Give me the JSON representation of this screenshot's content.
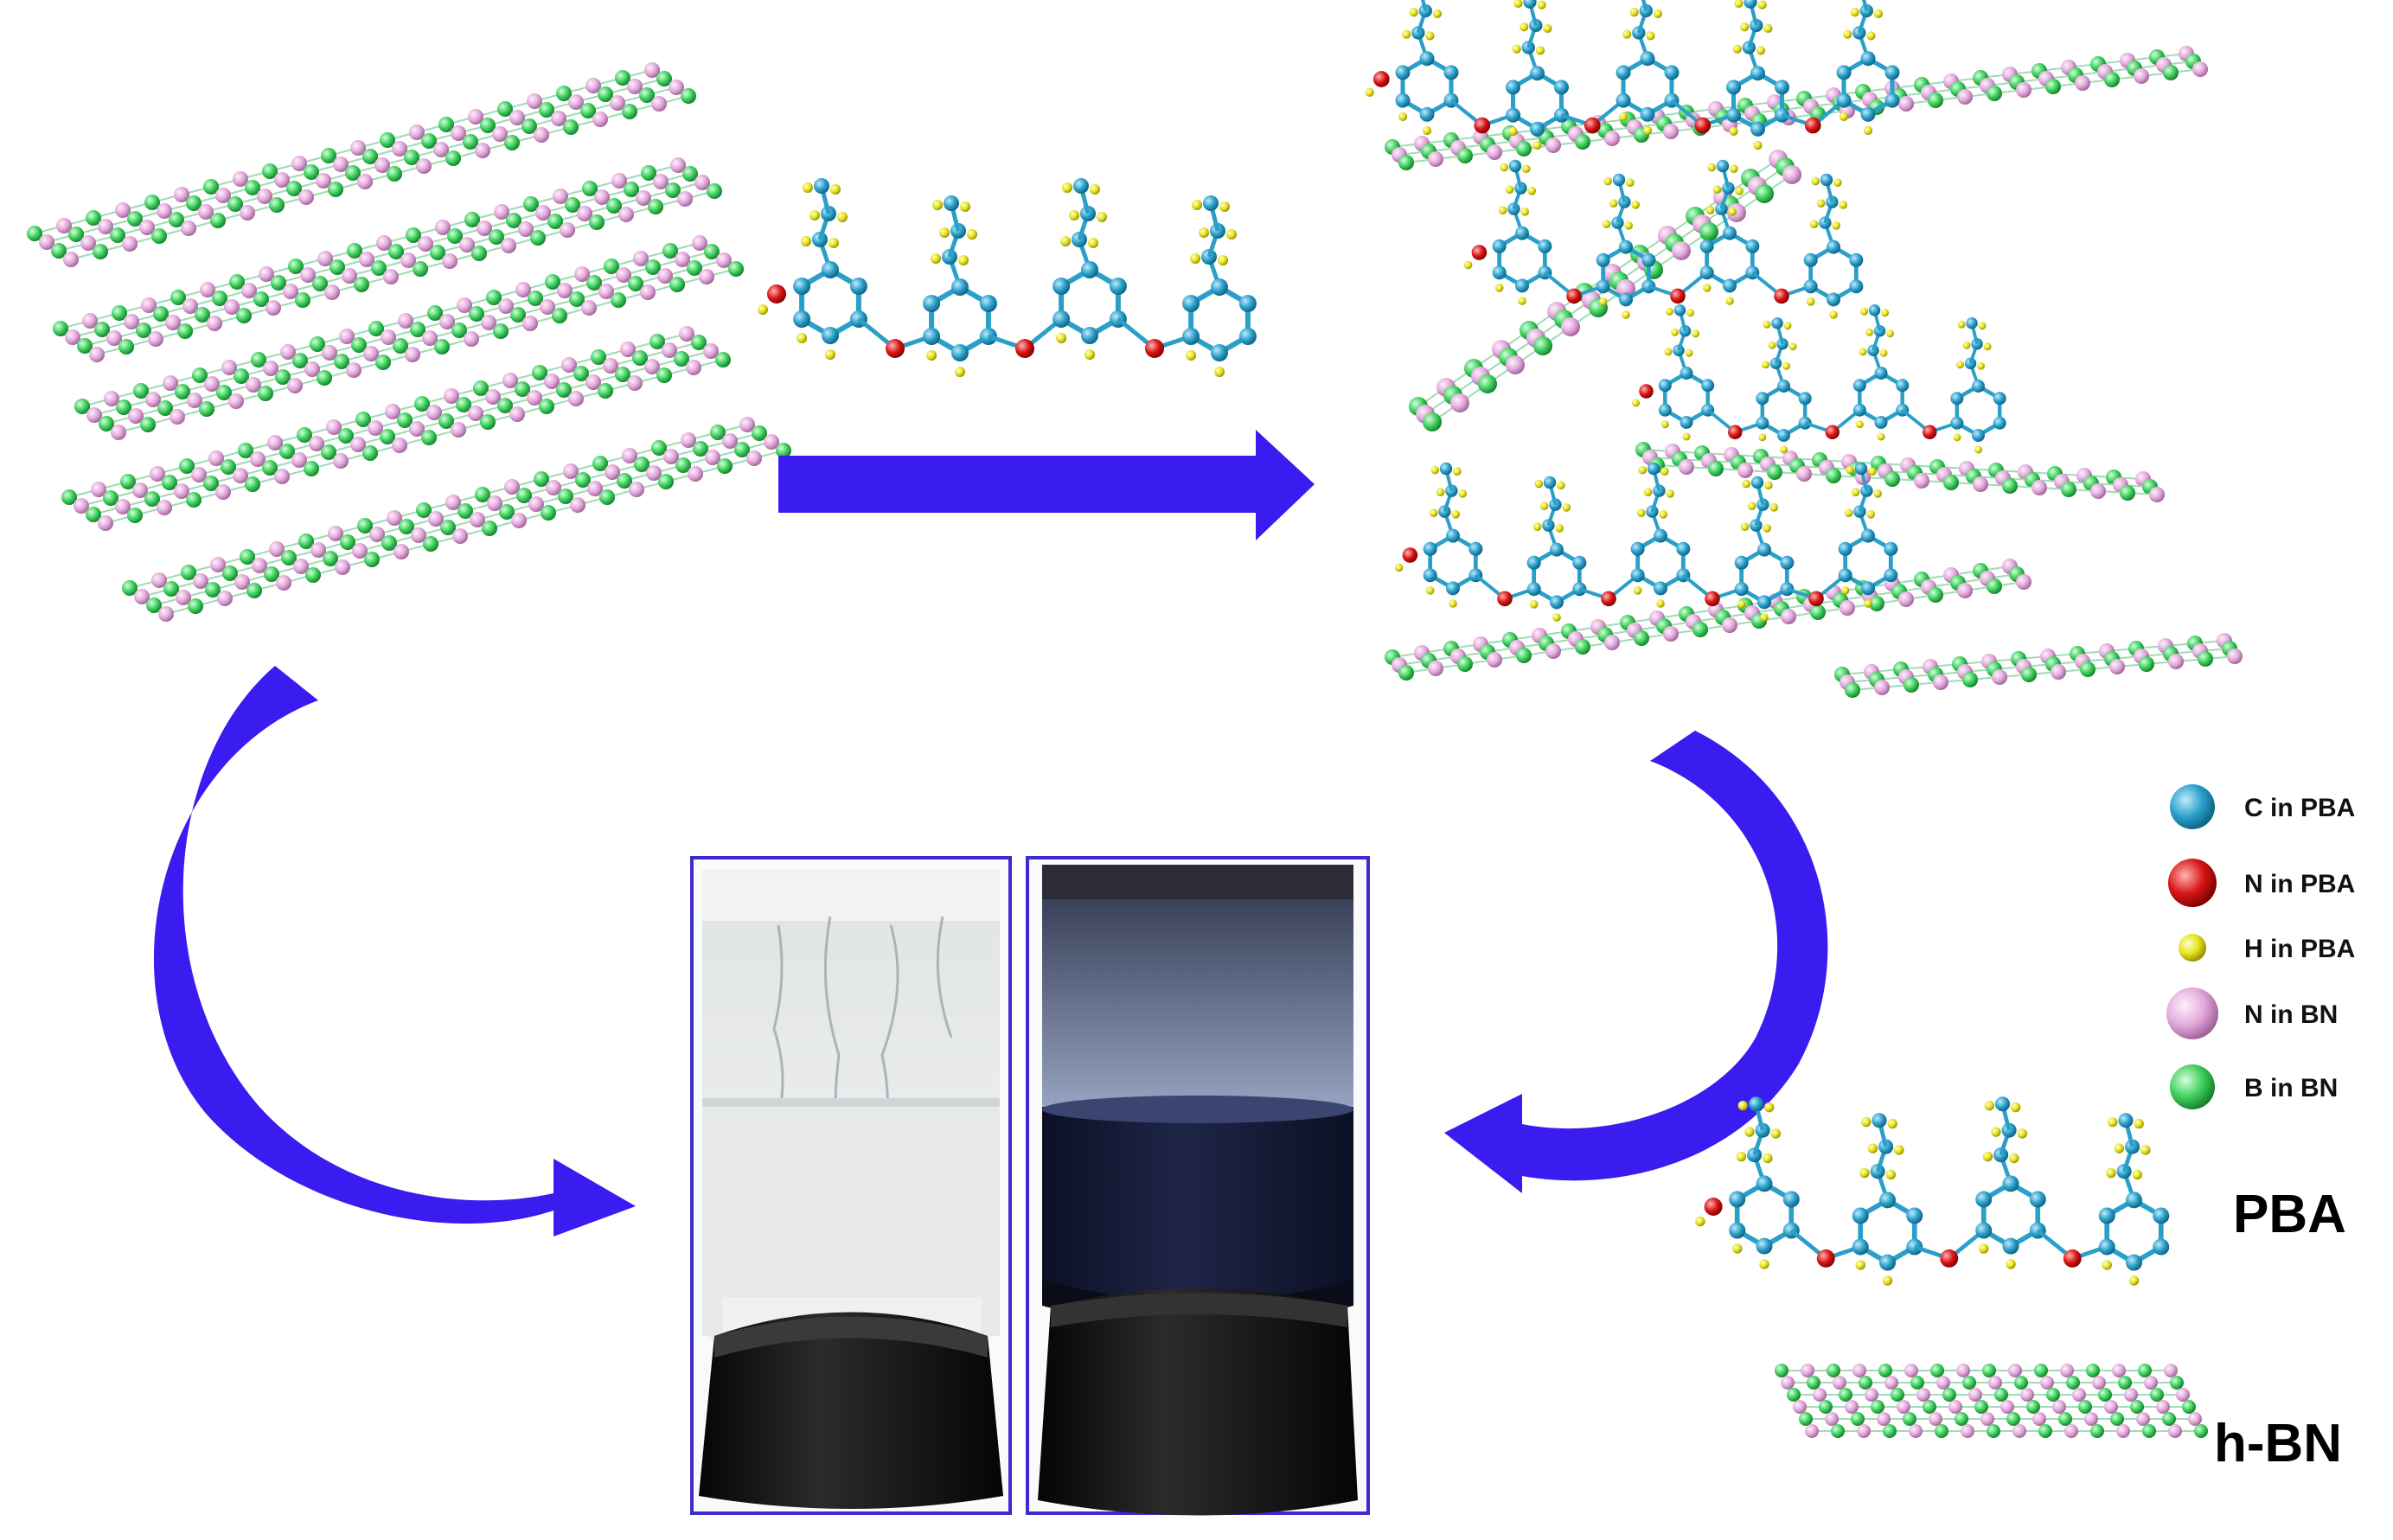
{
  "legend": {
    "items": [
      {
        "label": "C in PBA",
        "color": "#2a9fc8"
      },
      {
        "label": "N in PBA",
        "color": "#d81414"
      },
      {
        "label": "H in PBA",
        "color": "#e6e21a"
      },
      {
        "label": "N in BN",
        "color": "#e3a9dc"
      },
      {
        "label": "B in BN",
        "color": "#3ecf5c"
      }
    ]
  },
  "labels": {
    "pba": "PBA",
    "hbn": "h-BN"
  },
  "colors": {
    "arrow": "#3a1bf0",
    "boron": "#4fe08a",
    "nitrogen_bn": "#e8a9e0",
    "carbon": "#2a9fc8",
    "nitrogen_pba": "#d81414",
    "hydrogen": "#e6e21a",
    "vial_frame": "#3b2bd0",
    "white_dispersion": "#eef0ee",
    "dark_dispersion": "#1a1f3a",
    "cap": "#141414"
  }
}
